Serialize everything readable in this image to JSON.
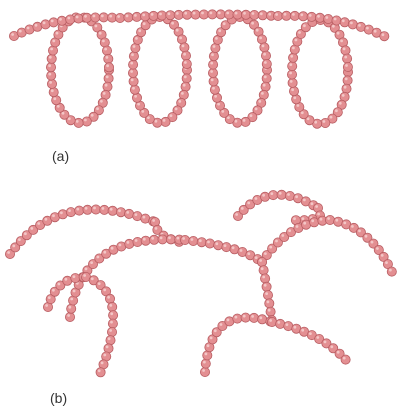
{
  "colors": {
    "bead_fill": "#e38f92",
    "bead_stroke": "#b85d62",
    "bead_highlight": "#f6d4d5"
  },
  "panels": [
    {
      "id": "a",
      "label": "(a)"
    },
    {
      "id": "b",
      "label": "(b)"
    }
  ]
}
